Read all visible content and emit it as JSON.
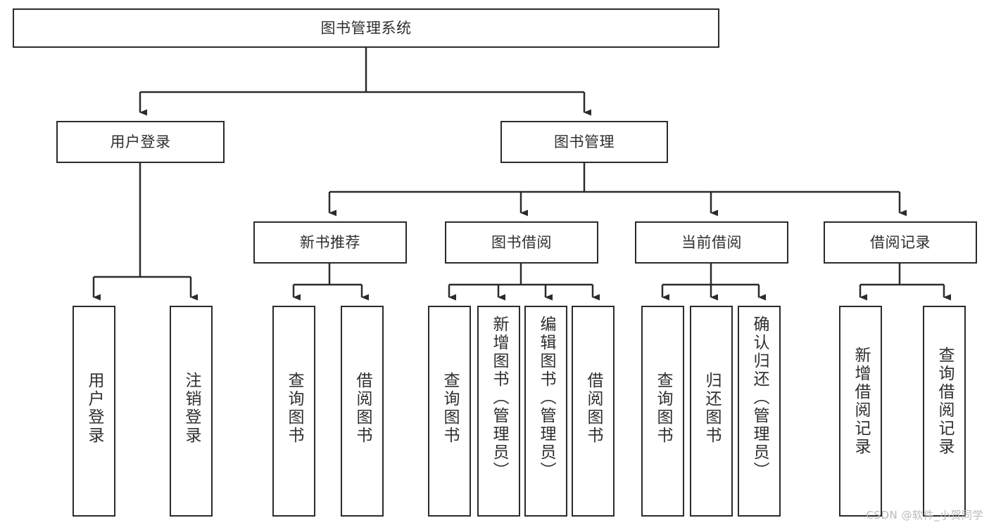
{
  "diagram": {
    "type": "tree-hierarchy",
    "title": "图书管理系统",
    "watermark": "CSDN @软件_小贺同学",
    "colors": {
      "box_border": "#2b2b2b",
      "box_fill": "#ffffff",
      "connector": "#2b2b2b",
      "text": "#2f2f2f",
      "watermark": "#b9b9b9"
    },
    "root": {
      "label": "图书管理系统"
    },
    "level2": [
      {
        "label": "用户登录"
      },
      {
        "label": "图书管理"
      }
    ],
    "level3": [
      {
        "label": "新书推荐"
      },
      {
        "label": "图书借阅"
      },
      {
        "label": "当前借阅"
      },
      {
        "label": "借阅记录"
      }
    ],
    "leaves": {
      "user_login": [
        {
          "label": "用户登录"
        },
        {
          "label": "注销登录"
        }
      ],
      "new_book_recommend": [
        {
          "label": "查询图书"
        },
        {
          "label": "借阅图书"
        }
      ],
      "book_borrow": [
        {
          "label": "查询图书"
        },
        {
          "label": "新增图书（管理员）"
        },
        {
          "label": "编辑图书（管理员）"
        },
        {
          "label": "借阅图书"
        }
      ],
      "current_borrow": [
        {
          "label": "查询图书"
        },
        {
          "label": "归还图书"
        },
        {
          "label": "确认归还（管理员）"
        }
      ],
      "borrow_records": [
        {
          "label": "新增借阅记录"
        },
        {
          "label": "查询借阅记录"
        }
      ]
    }
  }
}
